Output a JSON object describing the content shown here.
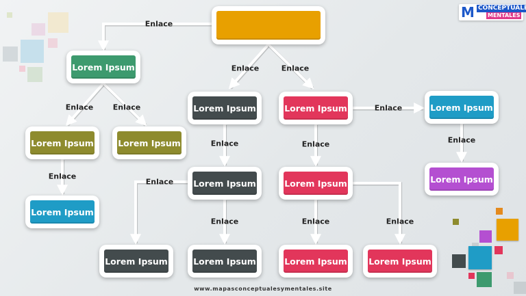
{
  "brand": {
    "logo_letter": "M",
    "logo_line1": "CONCEPTUALES",
    "logo_line2": "MENTALES",
    "primary": "#1c58c9",
    "secondary": "#e03a8a"
  },
  "footer": {
    "url": "www.mapasconceptualesymentales.site"
  },
  "link_label": "Enlace",
  "colors": {
    "orange": "#e8a000",
    "green": "#3d9a6e",
    "olive": "#8e8b2e",
    "blue": "#1f9cc6",
    "dark": "#434b4d",
    "red": "#e2365b",
    "purple": "#b44fd1"
  },
  "nodes": [
    {
      "id": "root",
      "text": "",
      "color": "orange"
    },
    {
      "id": "n-green",
      "text": "Lorem Ipsum",
      "color": "green"
    },
    {
      "id": "n-olive-1",
      "text": "Lorem Ipsum",
      "color": "olive"
    },
    {
      "id": "n-olive-2",
      "text": "Lorem Ipsum",
      "color": "olive"
    },
    {
      "id": "n-blue-left",
      "text": "Lorem Ipsum",
      "color": "blue"
    },
    {
      "id": "n-dark-1",
      "text": "Lorem Ipsum",
      "color": "dark"
    },
    {
      "id": "n-dark-2",
      "text": "Lorem Ipsum",
      "color": "dark"
    },
    {
      "id": "n-dark-3",
      "text": "Lorem Ipsum",
      "color": "dark"
    },
    {
      "id": "n-dark-4",
      "text": "Lorem Ipsum",
      "color": "dark"
    },
    {
      "id": "n-red-1",
      "text": "Lorem Ipsum",
      "color": "red"
    },
    {
      "id": "n-red-2",
      "text": "Lorem Ipsum",
      "color": "red"
    },
    {
      "id": "n-red-3",
      "text": "Lorem Ipsum",
      "color": "red"
    },
    {
      "id": "n-red-4",
      "text": "Lorem Ipsum",
      "color": "red"
    },
    {
      "id": "n-blue-right",
      "text": "Lorem Ipsum",
      "color": "blue"
    },
    {
      "id": "n-purple",
      "text": "Lorem Ipsum",
      "color": "purple"
    }
  ],
  "edges": [
    {
      "from": "root",
      "to": "n-green",
      "label": "Enlace"
    },
    {
      "from": "root",
      "to": "n-dark-1",
      "label": "Enlace"
    },
    {
      "from": "root",
      "to": "n-red-1",
      "label": "Enlace"
    },
    {
      "from": "n-green",
      "to": "n-olive-1",
      "label": "Enlace"
    },
    {
      "from": "n-green",
      "to": "n-olive-2",
      "label": "Enlace"
    },
    {
      "from": "n-olive-1",
      "to": "n-blue-left",
      "label": "Enlace"
    },
    {
      "from": "n-dark-1",
      "to": "n-dark-2",
      "label": "Enlace"
    },
    {
      "from": "n-dark-2",
      "to": "n-dark-3",
      "label": "Enlace"
    },
    {
      "from": "n-dark-2",
      "to": "n-dark-4",
      "label": "Enlace"
    },
    {
      "from": "n-red-1",
      "to": "n-red-2",
      "label": "Enlace"
    },
    {
      "from": "n-red-1",
      "to": "n-blue-right",
      "label": "Enlace"
    },
    {
      "from": "n-red-2",
      "to": "n-red-3",
      "label": "Enlace"
    },
    {
      "from": "n-red-2",
      "to": "n-red-4",
      "label": "Enlace"
    },
    {
      "from": "n-blue-right",
      "to": "n-purple",
      "label": "Enlace"
    }
  ]
}
